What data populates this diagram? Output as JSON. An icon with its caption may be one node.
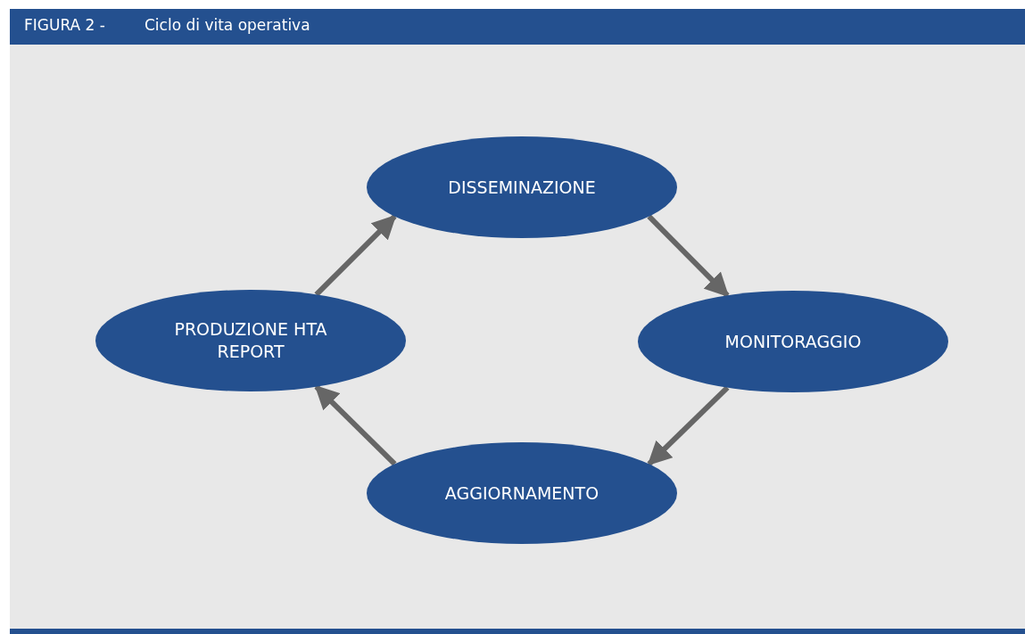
{
  "diagram": {
    "title": "Ciclo di vita operativa",
    "nodes": [
      {
        "text": [
          "DISSEMINAZIONE"
        ]
      },
      {
        "text": [
          "PRODUZIONE HTA REPORT"
        ]
      },
      {
        "text": [
          "MONITORAGGIO"
        ]
      },
      {
        "text": [
          "AGGIORNAMENTO"
        ]
      }
    ],
    "edges": [
      {
        "from": 1,
        "to": 0,
        "arrow": "to"
      },
      {
        "from": 0,
        "to": 2,
        "arrow": "to"
      },
      {
        "from": 2,
        "to": 3,
        "arrow": "to"
      },
      {
        "from": 3,
        "to": 1,
        "arrow": "to"
      }
    ],
    "labels": [
      "FIGURA 2 -"
    ]
  }
}
